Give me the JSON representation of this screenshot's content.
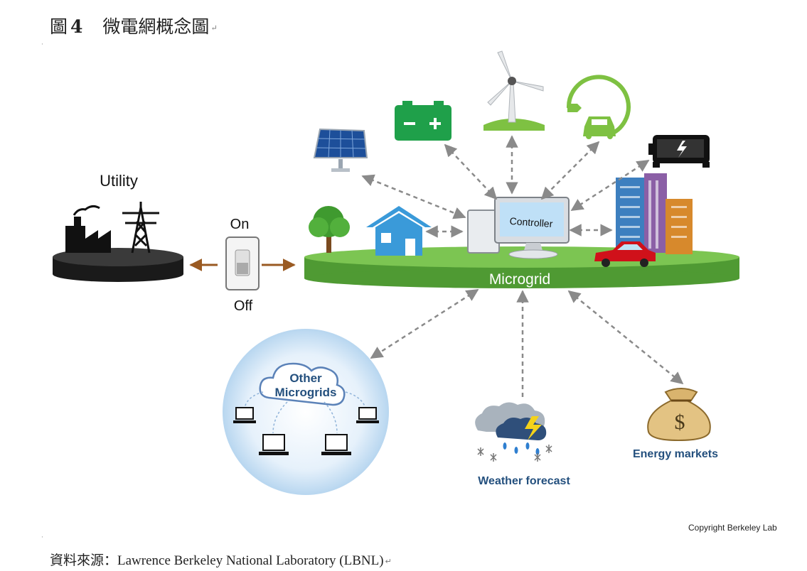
{
  "caption": {
    "figure_label": "圖",
    "figure_number": "4",
    "title": "微電網概念圖",
    "return_mark": "↵"
  },
  "source": {
    "text": "資料來源：Lawrence Berkeley National Laboratory (LBNL)",
    "return_mark": "↵"
  },
  "copyright": "Copyright Berkeley Lab",
  "diagram": {
    "utility_label": "Utility",
    "switch_on": "On",
    "switch_off": "Off",
    "platform_label": "Microgrid",
    "controller_label": "Controller",
    "other_microgrids_line1": "Other",
    "other_microgrids_line2": "Microgrids",
    "weather_label": "Weather forecast",
    "markets_label": "Energy markets",
    "money_symbol": "$"
  },
  "colors": {
    "platform_green": "#6dbb45",
    "platform_dark": "#4f9a33",
    "house_blue": "#3a9ad9",
    "battery_green": "#1fa04a",
    "arrow_gray": "#8a8a8a",
    "utility_arrow": "#9a5a22",
    "label_navy": "#24507e"
  },
  "icons": [
    "solar-panel-icon",
    "battery-icon",
    "wind-turbine-icon",
    "ev-charger-icon",
    "generator-icon",
    "tree-icon",
    "house-icon",
    "computer-icon",
    "buildings-icon",
    "car-icon",
    "factory-icon",
    "transmission-tower-icon",
    "switch-icon",
    "laptop-icon",
    "weather-icon",
    "money-bag-icon"
  ]
}
